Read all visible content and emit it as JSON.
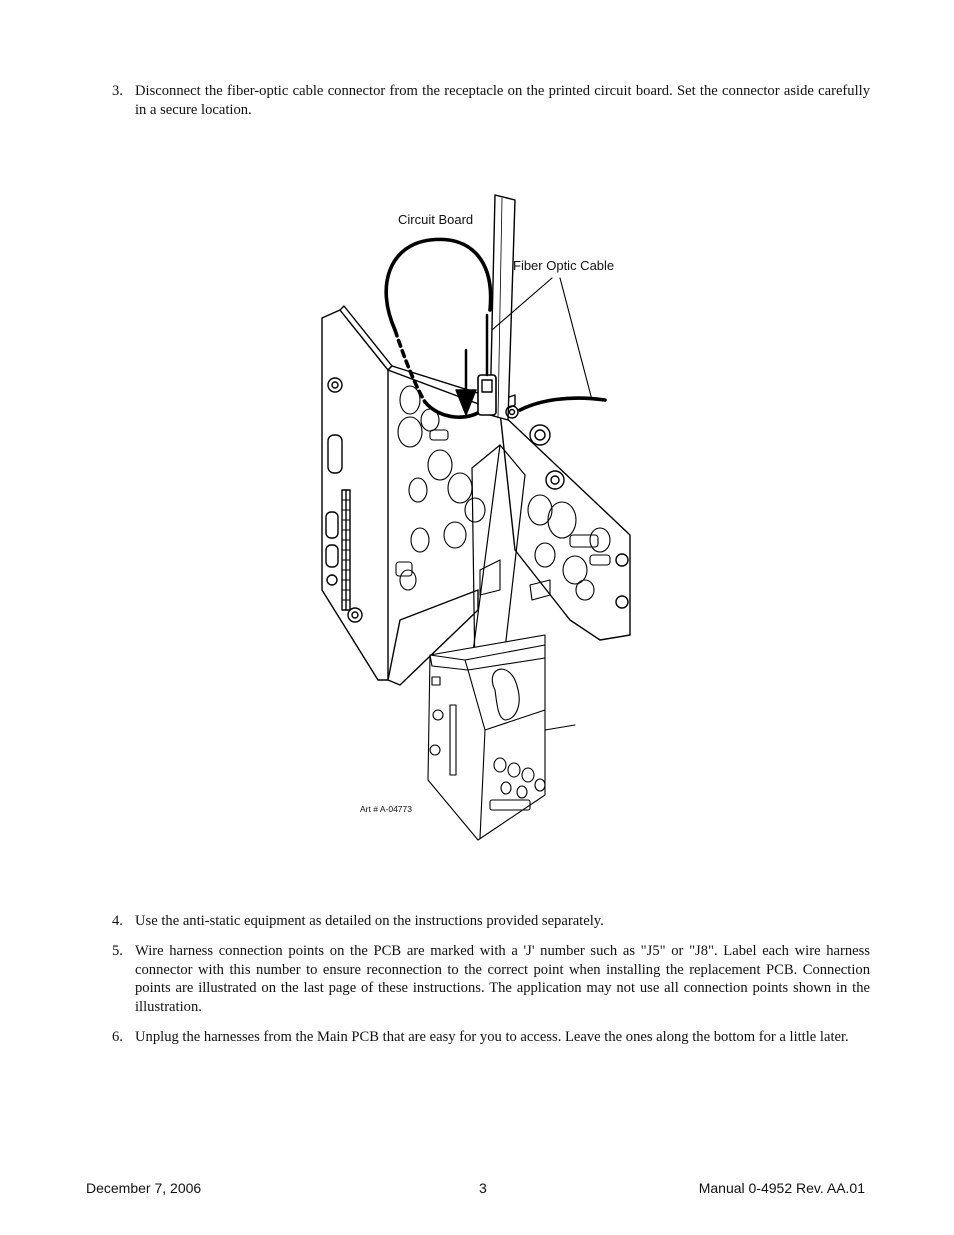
{
  "steps": [
    {
      "num": "3.",
      "text": "Disconnect the fiber-optic cable connector from the receptacle on the printed circuit board.  Set the connector aside carefully in a secure location."
    },
    {
      "num": "4.",
      "text": "Use the anti-static equipment as detailed on the instructions provided separately."
    },
    {
      "num": "5.",
      "text": "Wire harness connection points on the PCB are marked with a 'J'  number such as \"J5\" or \"J8\".  Label each wire harness connector with this number to ensure reconnection to the correct point when installing the replacement PCB.  Connection points are illustrated on the last page of these instructions.  The application may not use all connection points shown in the illustration."
    },
    {
      "num": "6.",
      "text": "Unplug the harnesses from the Main PCB that are easy for you to access. Leave the ones along the bottom for a little later."
    }
  ],
  "figure": {
    "label_circuit_board": "Circuit Board",
    "label_fiber_optic": "Fiber Optic Cable",
    "art_number": "Art # A-04773"
  },
  "footer": {
    "date": "December 7, 2006",
    "page": "3",
    "manual": "Manual 0-4952 Rev. AA.01"
  }
}
